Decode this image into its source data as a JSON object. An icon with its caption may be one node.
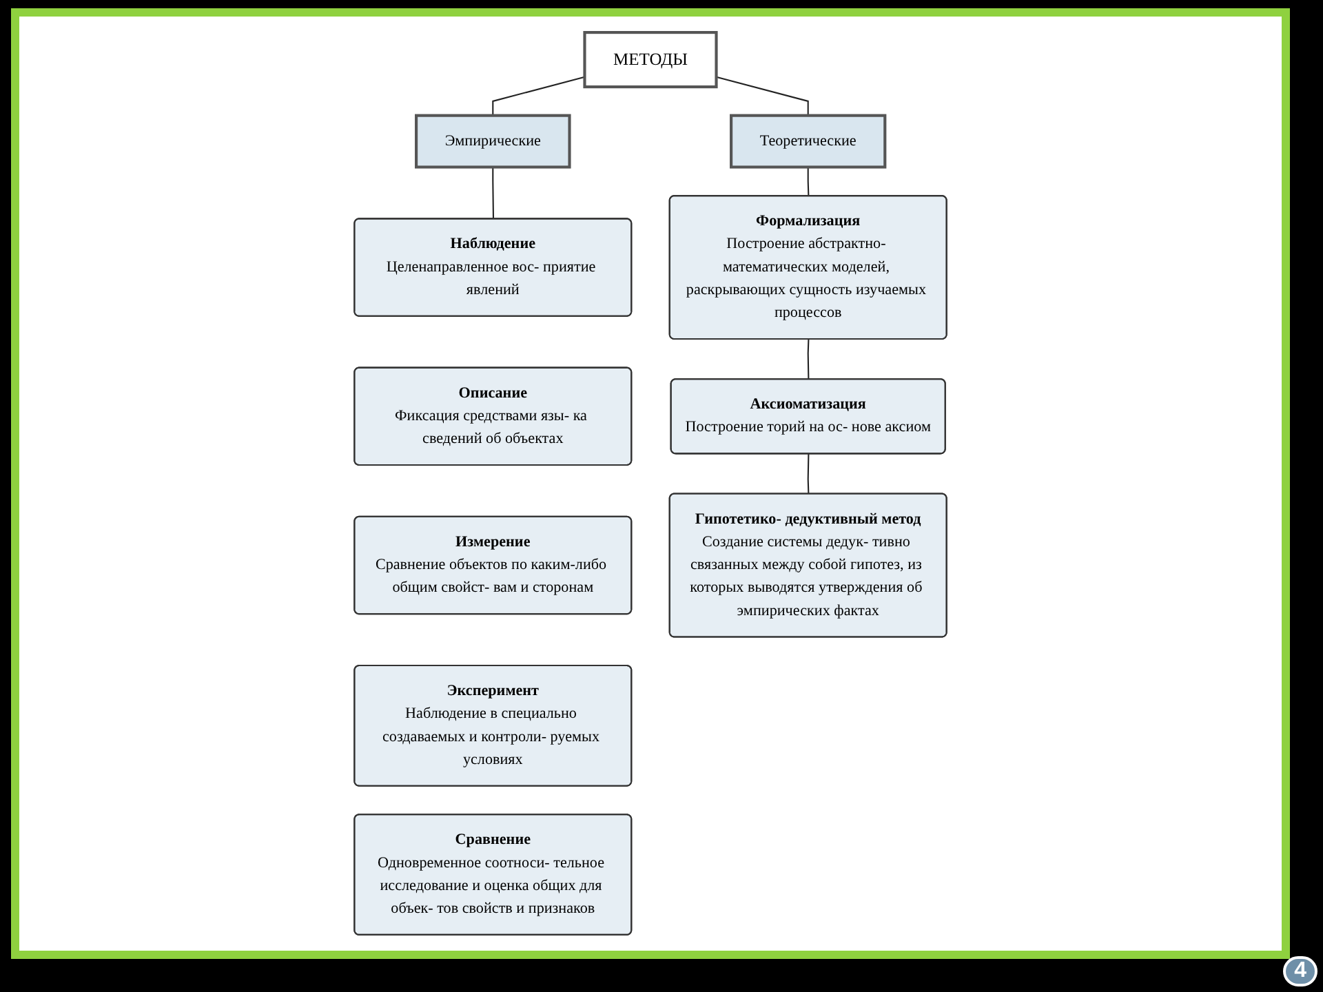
{
  "diagram": {
    "nodes": [
      {
        "text": [
          "МЕТОДЫ"
        ]
      },
      {
        "text": [
          "Эмпирические"
        ]
      },
      {
        "text": [
          "Теоретические"
        ]
      },
      {
        "text": [
          "Наблюдение",
          "Целенаправленное вос- приятие явлений"
        ]
      },
      {
        "text": [
          "Описание",
          "Фиксация средствами язы- ка сведений об объектах"
        ]
      },
      {
        "text": [
          "Измерение",
          "Сравнение объектов по каким-либо общим свойст- вам и сторонам"
        ]
      },
      {
        "text": [
          "Эксперимент",
          "Наблюдение в специально создаваемых и контроли- руемых условиях"
        ]
      },
      {
        "text": [
          "Сравнение",
          "Одновременное соотноси- тельное исследование и оценка общих для объек- тов свойств и признаков"
        ]
      },
      {
        "text": [
          "Формализация",
          "Построение абстрактно- математических моделей, раскрывающих сущность изучаемых процессов"
        ]
      },
      {
        "text": [
          "Аксиоматизация",
          "Построение торий на ос- нове аксиом"
        ]
      },
      {
        "text": [
          "Гипотетико- дедуктивный метод",
          "Создание системы дедук- тивно связанных между собой гипотез, из которых выводятся утверждения об эмпирических фактах"
        ]
      }
    ],
    "edges": [
      {
        "from": 0,
        "to": 1,
        "arrow": "none"
      },
      {
        "from": 0,
        "to": 2,
        "arrow": "none"
      },
      {
        "from": 1,
        "to": 3,
        "arrow": "none"
      },
      {
        "from": 2,
        "to": 8,
        "arrow": "none"
      },
      {
        "from": 8,
        "to": 9,
        "arrow": "none"
      },
      {
        "from": 9,
        "to": 10,
        "arrow": "none"
      }
    ],
    "labels": [
      "4"
    ]
  }
}
